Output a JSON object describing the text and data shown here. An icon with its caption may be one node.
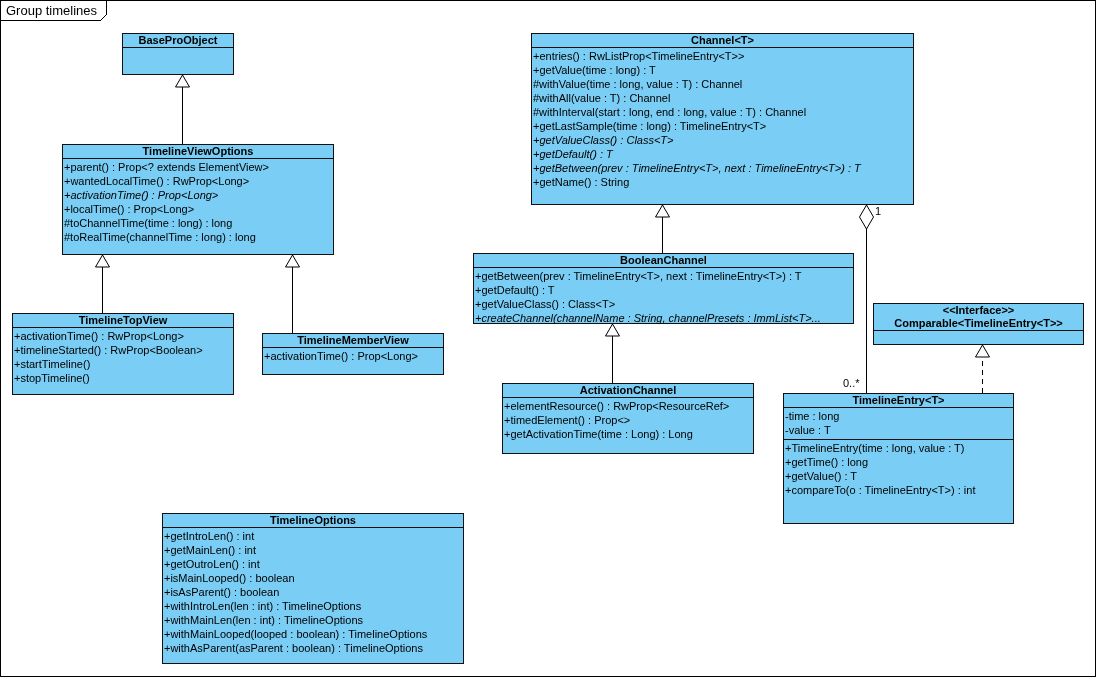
{
  "diagram": {
    "nodes": [
      {
        "text": [
          "Group timelines"
        ]
      },
      {
        "text": [
          "BaseProObject"
        ],
        "in": 0
      },
      {
        "text": [
          "Channel<T>",
          "+entries() : RwListProp<TimelineEntry<T>>",
          "+getValue(time : long) : T",
          "#withValue(time : long, value : T) : Channel",
          "#withAll(value : T) : Channel",
          "#withInterval(start : long, end : long, value : T) : Channel",
          "+getLastSample(time : long) : TimelineEntry<T>",
          "+getValueClass() : Class<T>",
          "+getDefault() : T",
          "+getBetween(prev : TimelineEntry<T>, next : TimelineEntry<T>) : T",
          "+getName() : String"
        ],
        "in": 0
      },
      {
        "text": [
          "TimelineViewOptions",
          "+parent() : Prop<? extends ElementView>",
          "+wantedLocalTime() : RwProp<Long>",
          "+activationTime() : Prop<Long>",
          "+localTime() : Prop<Long>",
          "#toChannelTime(time : long) : long",
          "#toRealTime(channelTime : long) : long"
        ],
        "in": 0
      },
      {
        "text": [
          "BooleanChannel",
          "+getBetween(prev : TimelineEntry<T>, next : TimelineEntry<T>) : T",
          "+getDefault() : T",
          "+getValueClass() : Class<T>",
          "+createChannel(channelName : String, channelPresets : ImmList<T>..."
        ],
        "in": 0
      },
      {
        "text": [
          "<<Interface>>",
          "Comparable<TimelineEntry<T>>"
        ],
        "in": 0
      },
      {
        "text": [
          "TimelineTopView",
          "+activationTime() : RwProp<Long>",
          "+timelineStarted() : RwProp<Boolean>",
          "+startTimeline()",
          "+stopTimeline()"
        ],
        "in": 0
      },
      {
        "text": [
          "TimelineMemberView",
          "+activationTime() : Prop<Long>"
        ],
        "in": 0
      },
      {
        "text": [
          "ActivationChannel",
          "+elementResource() : RwProp<ResourceRef>",
          "+timedElement() : Prop<>",
          "+getActivationTime(time : Long) : Long"
        ],
        "in": 0
      },
      {
        "text": [
          "TimelineEntry<T>",
          "-time : long",
          "-value : T",
          "+TimelineEntry(time : long, value : T)",
          "+getTime() : long",
          "+getValue() : T",
          "+compareTo(o : TimelineEntry<T>) : int"
        ],
        "in": 0
      },
      {
        "text": [
          "TimelineOptions",
          "+getIntroLen() : int",
          "+getMainLen() : int",
          "+getOutroLen() : int",
          "+isMainLooped() : boolean",
          "+isAsParent() : boolean",
          "+withIntroLen(len : int) : TimelineOptions",
          "+withMainLen(len : int) : TimelineOptions",
          "+withMainLooped(looped : boolean) : TimelineOptions",
          "+withAsParent(asParent : boolean) : TimelineOptions"
        ],
        "in": 0
      }
    ],
    "edges": [
      {
        "from": 3,
        "to": 1,
        "arrow": "to"
      },
      {
        "from": 4,
        "to": 2,
        "arrow": "to"
      },
      {
        "from": 6,
        "to": 3,
        "arrow": "to"
      },
      {
        "from": 7,
        "to": 3,
        "arrow": "to"
      },
      {
        "from": 8,
        "to": 4,
        "arrow": "to"
      },
      {
        "from": 9,
        "to": 2,
        "arrow": "other"
      },
      {
        "from": 9,
        "to": 5,
        "arrow": "to",
        "style": "dashed"
      }
    ],
    "labels": [
      "1",
      "0..*"
    ]
  }
}
